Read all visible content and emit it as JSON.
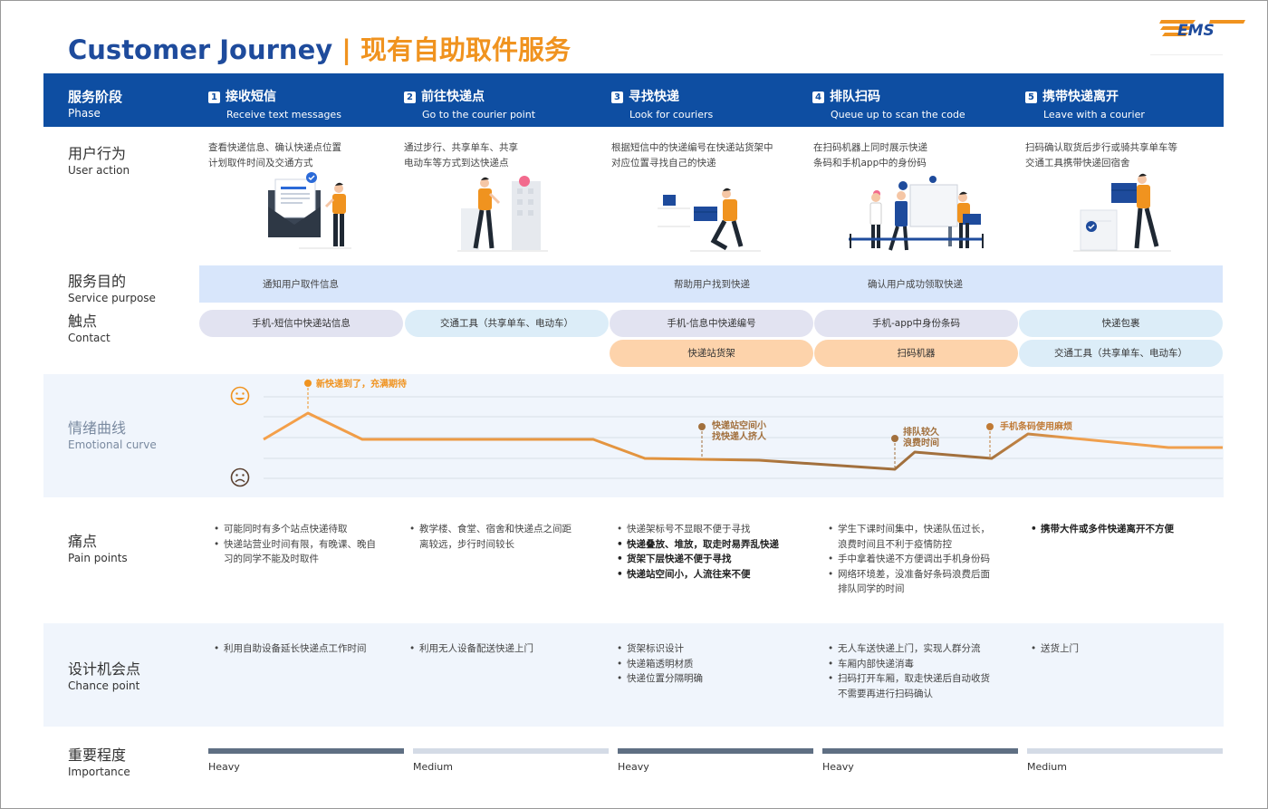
{
  "header": {
    "title_en": "Customer Journey",
    "title_sep": " | ",
    "title_cn": "现有自助取件服务",
    "logo_text": "EMS",
    "colors": {
      "brand_blue": "#0e4ea2",
      "accent_orange": "#f0931f"
    }
  },
  "phase_row": {
    "label_cn": "服务阶段",
    "label_en": "Phase"
  },
  "phases": [
    {
      "num": "1",
      "cn": "接收短信",
      "en": "Receive text messages"
    },
    {
      "num": "2",
      "cn": "前往快递点",
      "en": "Go to the courier point"
    },
    {
      "num": "3",
      "cn": "寻找快递",
      "en": "Look for couriers"
    },
    {
      "num": "4",
      "cn": "排队扫码",
      "en": "Queue up to scan the code"
    },
    {
      "num": "5",
      "cn": "携带快递离开",
      "en": "Leave with a courier"
    }
  ],
  "user_action": {
    "label_cn": "用户行为",
    "label_en": "User action",
    "items": [
      {
        "line1": "查看快递信息、确认快递点位置",
        "line2": "计划取件时间及交通方式",
        "icon": "mail-person-illustration"
      },
      {
        "line1": "通过步行、共享单车、共享",
        "line2": "电动车等方式到达快递点",
        "icon": "walking-person-illustration"
      },
      {
        "line1": "根据短信中的快递编号在快递站货架中",
        "line2": "对应位置寻找自己的快递",
        "icon": "kneeling-person-box-illustration"
      },
      {
        "line1": "在扫码机器上同时展示快递",
        "line2": "条码和手机app中的身份码",
        "icon": "queue-scan-illustration"
      },
      {
        "line1": "扫码确认取货后步行或骑共享单车等",
        "line2": "交通工具携带快递回宿舍",
        "icon": "carry-box-illustration"
      }
    ]
  },
  "purpose": {
    "label_cn": "服务目的",
    "label_en": "Service purpose",
    "items": [
      "通知用户取件信息",
      "帮助用户找到快递",
      "确认用户成功领取快递"
    ]
  },
  "contact": {
    "label_cn": "触点",
    "label_en": "Contact",
    "row1": [
      "手机-短信中快递站信息",
      "交通工具（共享单车、电动车）",
      "手机-信息中快递编号",
      "手机-app中身份条码",
      "快递包裹"
    ],
    "row2": [
      "快递站货架",
      "扫码机器",
      "交通工具（共享单车、电动车）"
    ]
  },
  "emotion": {
    "label_cn": "情绪曲线",
    "label_en": "Emotional curve",
    "annotations": [
      {
        "line1": "新快递到了，充满期待",
        "line2": ""
      },
      {
        "line1": "快递站空间小",
        "line2": "找快递人挤人"
      },
      {
        "line1": "排队较久",
        "line2": "浪费时间"
      },
      {
        "line1": "手机条码使用麻烦",
        "line2": ""
      }
    ],
    "happy_icon": "happy-face-icon",
    "sad_icon": "sad-face-icon"
  },
  "pain": {
    "label_cn": "痛点",
    "label_en": "Pain points",
    "columns": [
      [
        {
          "lines": [
            "可能同时有多个站点快递待取"
          ],
          "bold": false
        },
        {
          "lines": [
            "快递站营业时间有限，有晚课、晚自",
            "习的同学不能及时取件"
          ],
          "bold": false
        }
      ],
      [
        {
          "lines": [
            "教学楼、食堂、宿舍和快递点之间距",
            "离较远，步行时间较长"
          ],
          "bold": false
        }
      ],
      [
        {
          "lines": [
            "快递架标号不显眼不便于寻找"
          ],
          "bold": false
        },
        {
          "lines": [
            "快递叠放、堆放，取走时易弄乱快递"
          ],
          "bold": true
        },
        {
          "lines": [
            "货架下层快递不便于寻找"
          ],
          "bold": true
        },
        {
          "lines": [
            "快递站空间小，人流往来不便"
          ],
          "bold": true
        }
      ],
      [
        {
          "lines": [
            "学生下课时间集中，快递队伍过长，",
            "浪费时间且不利于疫情防控"
          ],
          "bold": false
        },
        {
          "lines": [
            "手中拿着快递不方便调出手机身份码"
          ],
          "bold": false
        },
        {
          "lines": [
            "网络环境差，没准备好条码浪费后面",
            "排队同学的时间"
          ],
          "bold": false
        }
      ],
      [
        {
          "lines": [
            "携带大件或多件快递离开不方便"
          ],
          "bold": true
        }
      ]
    ]
  },
  "chance": {
    "label_cn": "设计机会点",
    "label_en": "Chance point",
    "columns": [
      [
        {
          "lines": [
            "利用自助设备延长快递点工作时间"
          ]
        }
      ],
      [
        {
          "lines": [
            "利用无人设备配送快递上门"
          ]
        }
      ],
      [
        {
          "lines": [
            "货架标识设计"
          ]
        },
        {
          "lines": [
            "快递箱透明材质"
          ]
        },
        {
          "lines": [
            "快递位置分隔明确"
          ]
        }
      ],
      [
        {
          "lines": [
            "无人车送快递上门，实现人群分流"
          ]
        },
        {
          "lines": [
            "车厢内部快递消毒"
          ]
        },
        {
          "lines": [
            "扫码打开车厢，取走快递后自动收货",
            "不需要再进行扫码确认"
          ]
        }
      ],
      [
        {
          "lines": [
            "送货上门"
          ]
        }
      ]
    ]
  },
  "importance": {
    "label_cn": "重要程度",
    "label_en": "Importance",
    "levels": [
      "Heavy",
      "Medium",
      "Heavy",
      "Heavy",
      "Medium"
    ]
  }
}
